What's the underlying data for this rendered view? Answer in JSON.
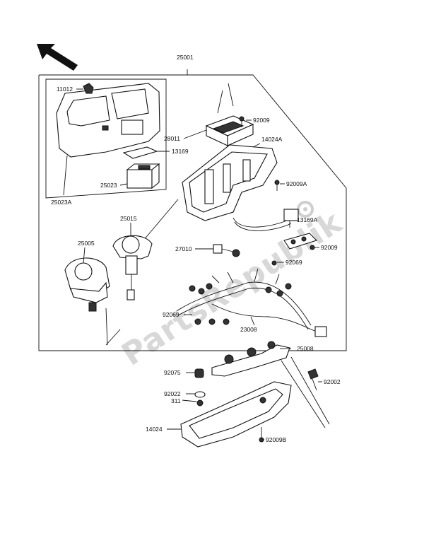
{
  "parts": {
    "p25001": "25001",
    "p11012": "11012",
    "p92009": "92009",
    "p28011": "28011",
    "p14024A": "14024A",
    "p13169": "13169",
    "p25023": "25023",
    "p92009A": "92009A",
    "p25023A": "25023A",
    "p13169A": "13169A",
    "p25015": "25015",
    "p25005": "25005",
    "p27010": "27010",
    "p92009_b": "92009",
    "p92069": "92069",
    "p92069_b": "92069",
    "p23008": "23008",
    "p25008": "25008",
    "p92075": "92075",
    "p92002": "92002",
    "p92022": "92022",
    "p311": "311",
    "p14024": "14024",
    "p92009B": "92009B"
  },
  "watermark": "PartsRepublik",
  "icons": {
    "direction_arrow": "arrow-up-left-icon",
    "watermark_gear": "gear-icon"
  }
}
